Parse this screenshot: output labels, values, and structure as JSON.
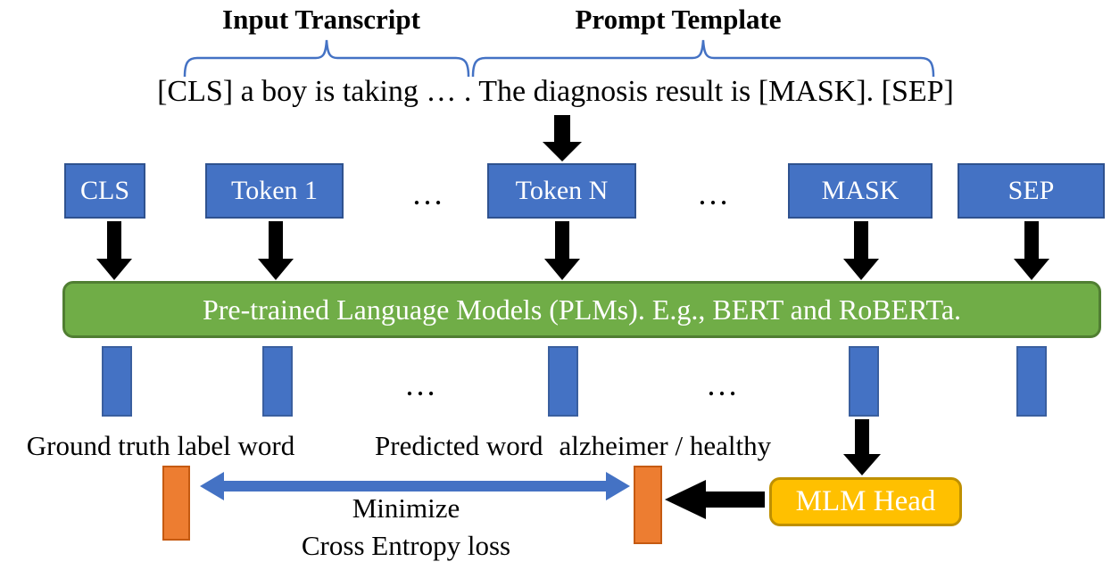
{
  "figure": {
    "header": {
      "input_transcript": "Input Transcript",
      "prompt_template": "Prompt Template"
    },
    "sentence": "[CLS] a boy is taking … . The diagnosis result is [MASK]. [SEP]",
    "tokens": {
      "cls": "CLS",
      "token1": "Token 1",
      "ellipsis1": "…",
      "tokenN": "Token N",
      "ellipsis2": "…",
      "mask": "MASK",
      "sep": "SEP"
    },
    "plm": "Pre-trained Language Models (PLMs). E.g., BERT and RoBERTa.",
    "embeddings": {
      "ellipsis1": "…",
      "ellipsis2": "…"
    },
    "bottom": {
      "ground_truth": "Ground truth label word",
      "predicted_word": "Predicted word",
      "predicted_value": "alzheimer / healthy",
      "minimize": "Minimize",
      "cross_entropy": "Cross Entropy loss",
      "mlm_head": "MLM Head"
    },
    "colors": {
      "token_blue": "#4472C4",
      "token_border": "#2F528F",
      "plm_green": "#70AD47",
      "plm_border": "#507E32",
      "orange": "#ED7D31",
      "orange_border": "#C55A11",
      "gold": "#FFC000",
      "gold_border": "#BF9000",
      "brace_blue": "#4472C4",
      "arrow_black": "#000000"
    }
  }
}
